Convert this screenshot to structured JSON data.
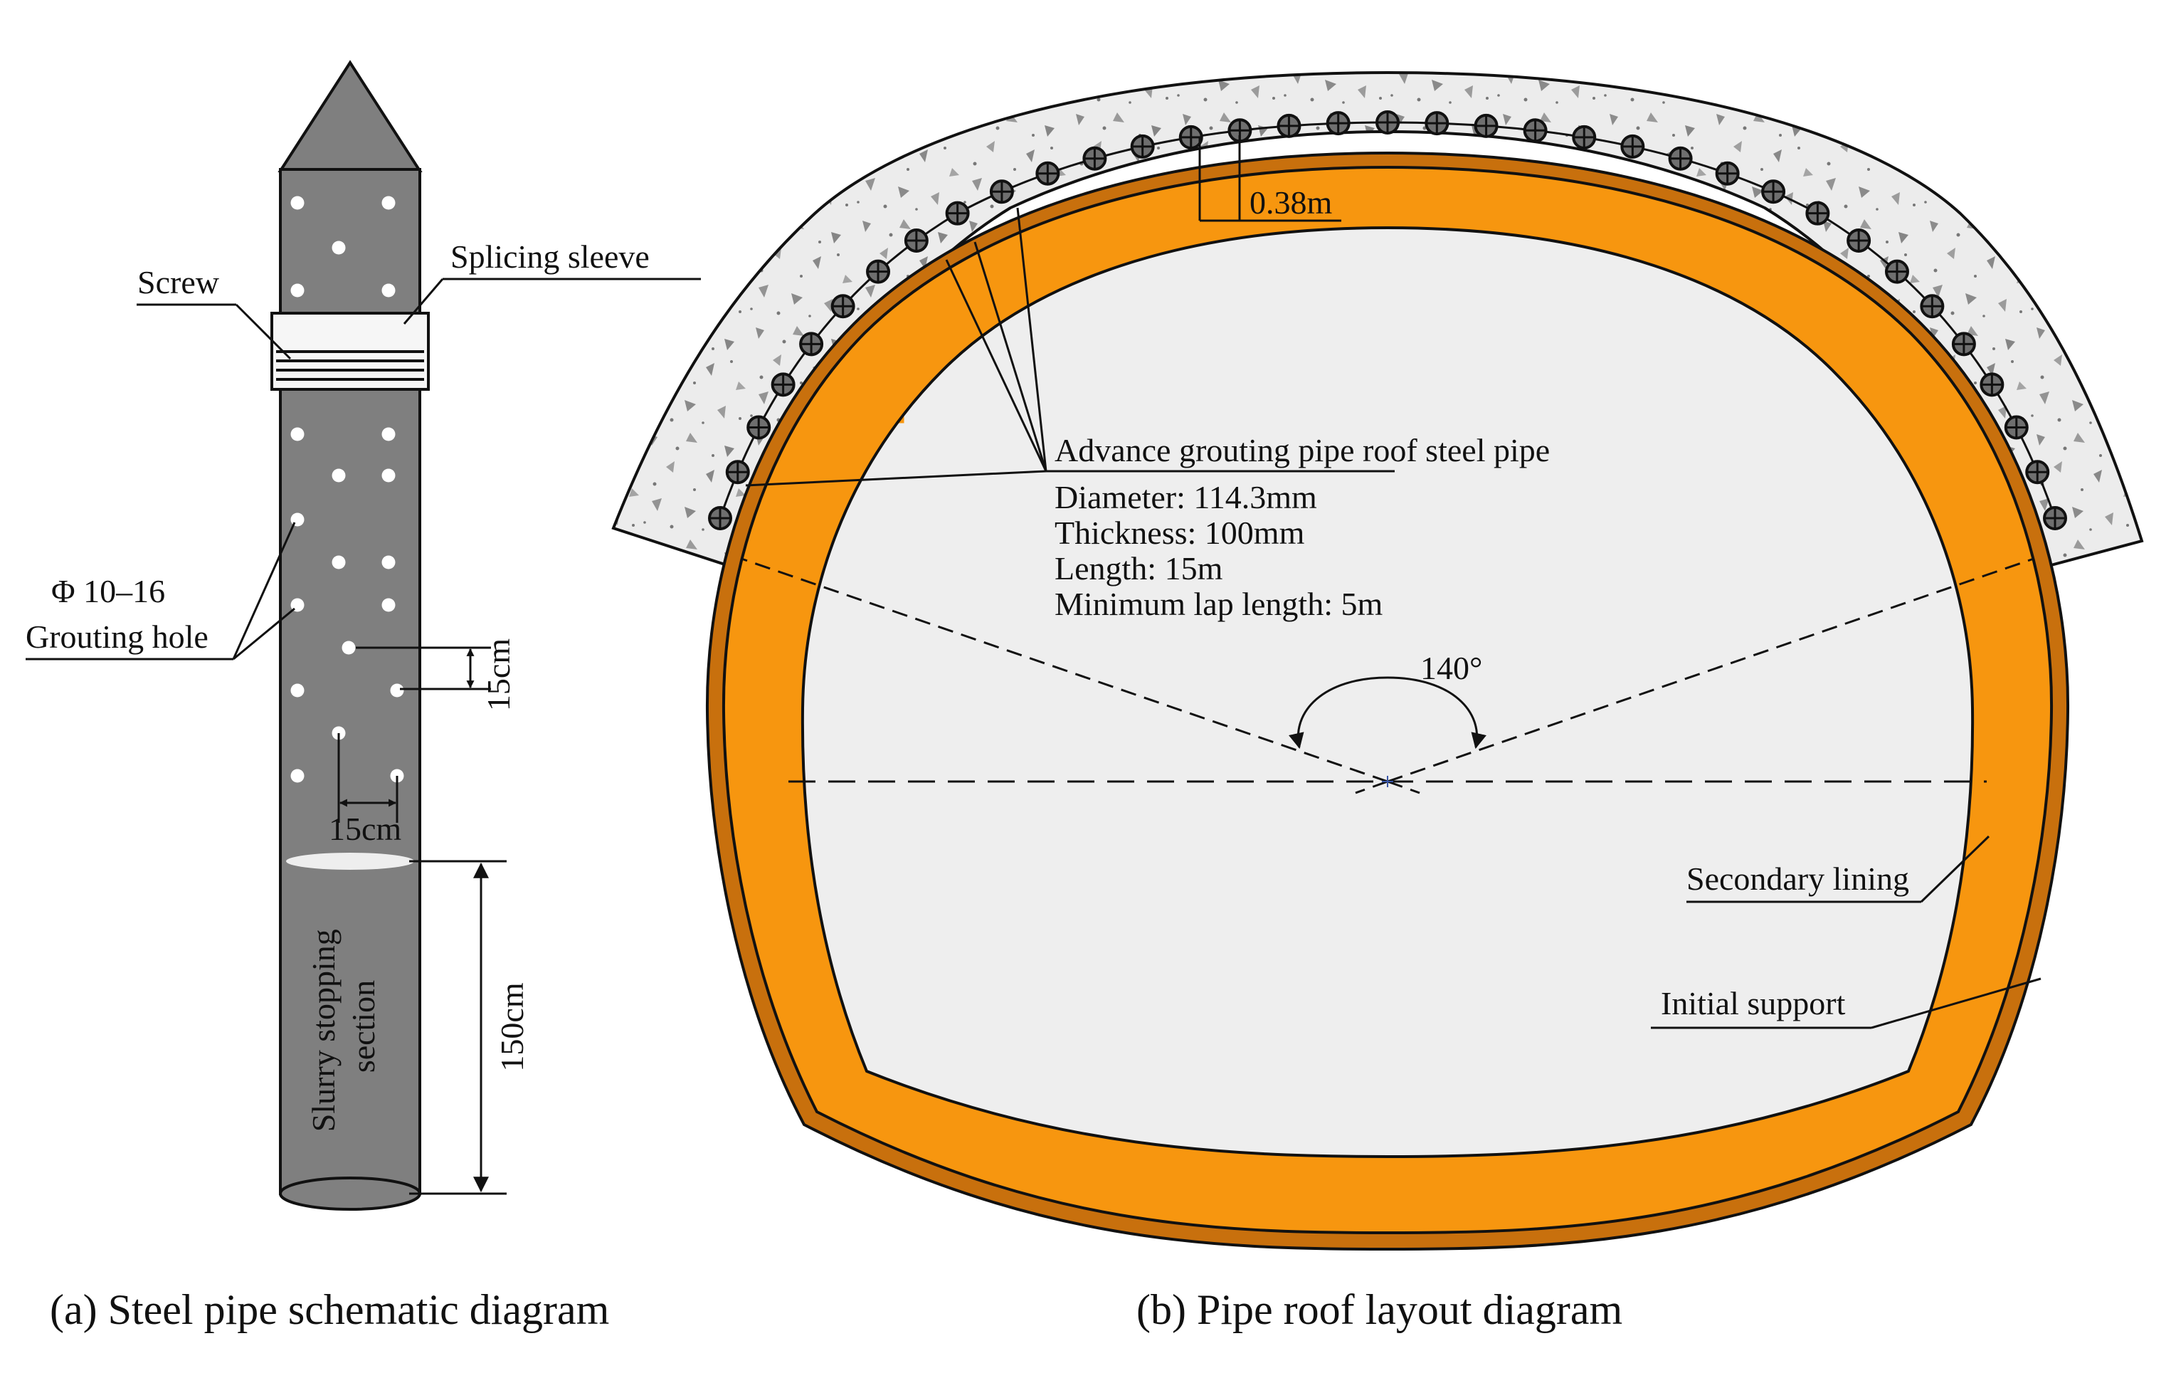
{
  "panel_a": {
    "caption": "(a) Steel pipe schematic diagram",
    "labels": {
      "screw": "Screw",
      "splicing_sleeve": "Splicing sleeve",
      "hole_diameter": "Φ 10–16",
      "grouting_hole": "Grouting hole",
      "vertical_spacing": "15cm",
      "horizontal_spacing": "15cm",
      "stopping_section_line1": "Slurry stopping",
      "stopping_section_line2": "section",
      "stopping_length": "150cm"
    }
  },
  "panel_b": {
    "caption": "(b) Pipe roof layout diagram",
    "labels": {
      "pipe_spacing": "0.38m",
      "pipe_title": "Advance grouting pipe roof steel pipe",
      "diameter": "Diameter: 114.3mm",
      "thickness": "Thickness: 100mm",
      "length": "Length: 15m",
      "lap_length": "Minimum lap length: 5m",
      "angle": "140°",
      "secondary_lining": "Secondary lining",
      "initial_support": "Initial support"
    }
  },
  "colors": {
    "pipe_body": "#7f7f7f",
    "secondary_lining": "#f7960f",
    "initial_support": "#c8700d",
    "interior": "#eeeeee",
    "grout_zone": "#ececec"
  },
  "icons": {
    "pipe_node": "circled-cross-icon",
    "grout_hole": "white-dot-icon"
  }
}
